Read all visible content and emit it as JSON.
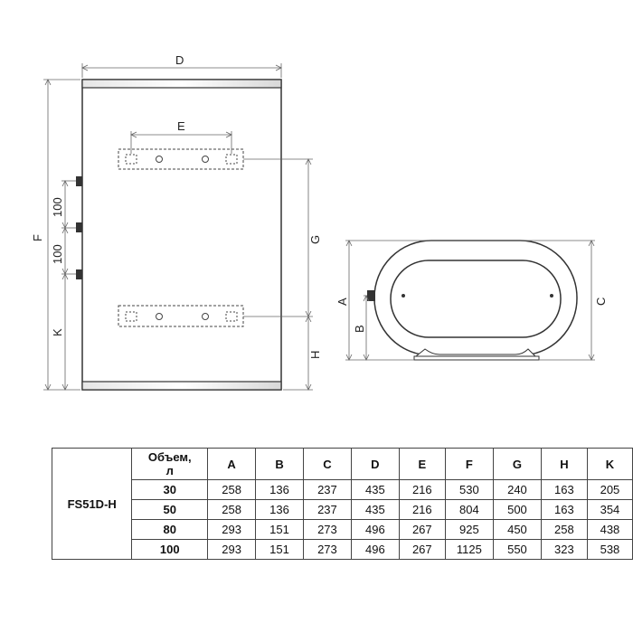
{
  "drawing": {
    "front_view": {
      "width_label": "D",
      "bracket_spacing_label": "E",
      "height_label": "F",
      "bracket_distance_label": "G",
      "pipe_spacing_top": "100",
      "pipe_spacing_bottom": "100",
      "bottom_pipe_height_label": "K",
      "bottom_bracket_height_label": "H"
    },
    "side_view": {
      "height_label": "A",
      "pipe_height_label": "B",
      "depth_label": "C"
    }
  },
  "table": {
    "model": "FS51D-H",
    "headers": [
      "Объем,\nл",
      "A",
      "B",
      "C",
      "D",
      "E",
      "F",
      "G",
      "H",
      "K"
    ],
    "rows": [
      [
        "30",
        "258",
        "136",
        "237",
        "435",
        "216",
        "530",
        "240",
        "163",
        "205"
      ],
      [
        "50",
        "258",
        "136",
        "237",
        "435",
        "216",
        "804",
        "500",
        "163",
        "354"
      ],
      [
        "80",
        "293",
        "151",
        "273",
        "496",
        "267",
        "925",
        "450",
        "258",
        "438"
      ],
      [
        "100",
        "293",
        "151",
        "273",
        "496",
        "267",
        "1125",
        "550",
        "323",
        "538"
      ]
    ]
  }
}
